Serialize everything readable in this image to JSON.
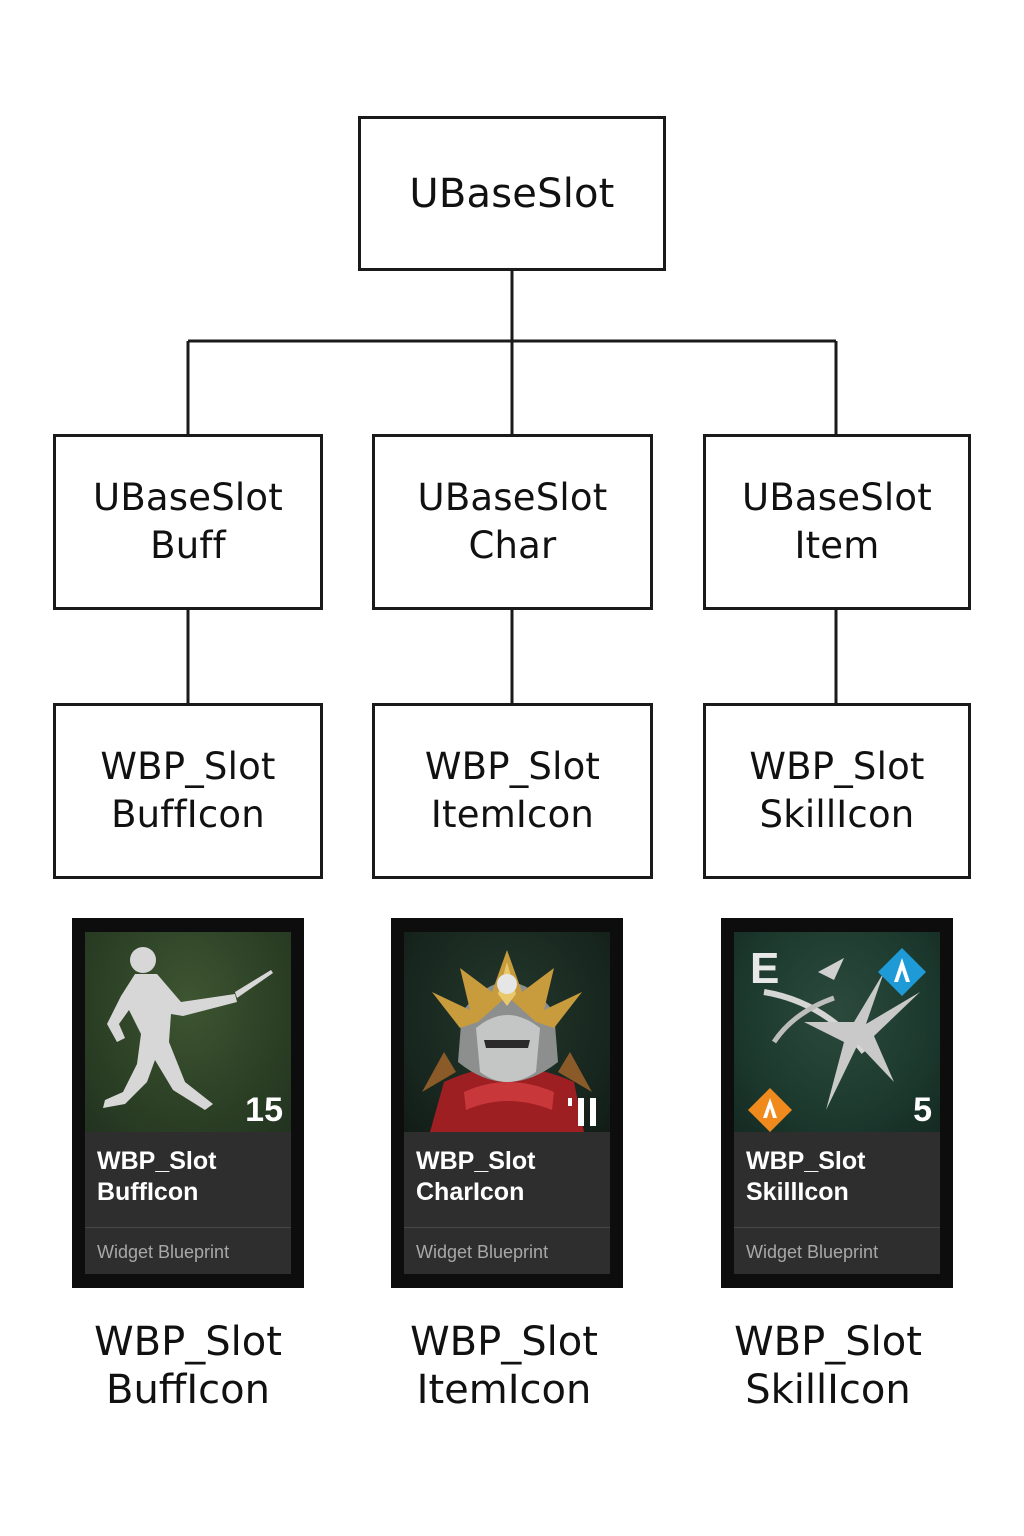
{
  "root": {
    "label": "UBaseSlot"
  },
  "level1": [
    {
      "line1": "UBaseSlot",
      "line2": "Buff"
    },
    {
      "line1": "UBaseSlot",
      "line2": "Char"
    },
    {
      "line1": "UBaseSlot",
      "line2": "Item"
    }
  ],
  "level2": [
    {
      "line1": "WBP_Slot",
      "line2": "BuffIcon"
    },
    {
      "line1": "WBP_Slot",
      "line2": "ItemIcon"
    },
    {
      "line1": "WBP_Slot",
      "line2": "SkillIcon"
    }
  ],
  "cards": [
    {
      "title1": "WBP_Slot",
      "title2": "BuffIcon",
      "subtitle": "Widget Blueprint",
      "badge": "15",
      "icon": "fencer-silhouette-icon"
    },
    {
      "title1": "WBP_Slot",
      "title2": "CharIcon",
      "subtitle": "Widget Blueprint",
      "badge": "",
      "icon": "knight-portrait-icon"
    },
    {
      "title1": "WBP_Slot",
      "title2": "SkillIcon",
      "subtitle": "Widget Blueprint",
      "badge": "5",
      "letter": "E",
      "icon": "shuriken-skill-icon"
    }
  ],
  "captions": [
    {
      "line1": "WBP_Slot",
      "line2": "BuffIcon"
    },
    {
      "line1": "WBP_Slot",
      "line2": "ItemIcon"
    },
    {
      "line1": "WBP_Slot",
      "line2": "SkillIcon"
    }
  ],
  "colors": {
    "line": "#1a1a1a",
    "card_bg": "#0d0d0d",
    "panel": "#2e2e2e",
    "blue_badge": "#1e9bd7",
    "orange_badge": "#f08a1c"
  }
}
